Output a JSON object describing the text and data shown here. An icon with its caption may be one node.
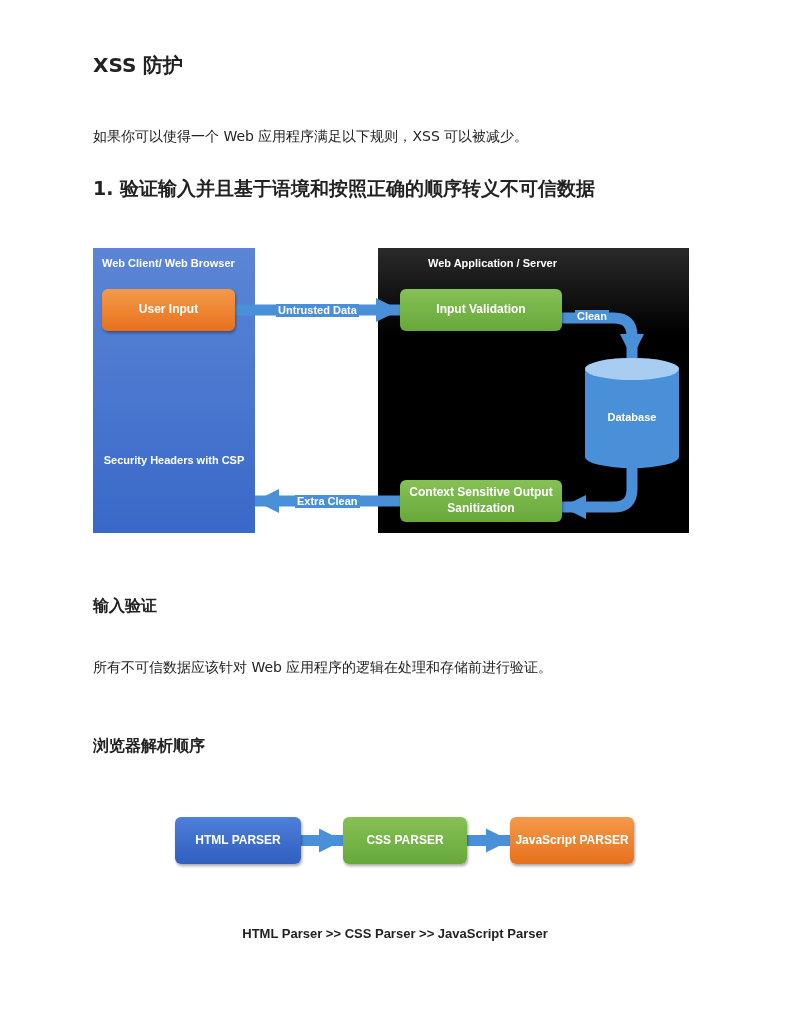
{
  "diagram": {
    "title": "XSS 防护",
    "nodes": [
      {
        "text": [
          "Web Client/ Web Browser",
          "Security Headers with CSP"
        ]
      },
      {
        "text": [
          "User Input"
        ],
        "in": 0
      },
      {
        "text": [
          "Web Application / Server"
        ]
      },
      {
        "text": [
          "Input Validation"
        ],
        "in": 2
      },
      {
        "text": [
          "Database"
        ],
        "in": 2
      },
      {
        "text": [
          "Context Sensitive Output Sanitization"
        ],
        "in": 2
      },
      {
        "text": [
          "HTML PARSER"
        ]
      },
      {
        "text": [
          "CSS PARSER"
        ]
      },
      {
        "text": [
          "JavaScript PARSER"
        ]
      }
    ],
    "edges": [
      {
        "from": 1,
        "to": 3,
        "arrow": "to",
        "label": "Untrusted Data"
      },
      {
        "from": 3,
        "to": 4,
        "arrow": "to",
        "label": "Clean"
      },
      {
        "from": 4,
        "to": 5,
        "arrow": "to"
      },
      {
        "from": 5,
        "to": 0,
        "arrow": "to",
        "label": "Extra Clean"
      },
      {
        "from": 6,
        "to": 7,
        "arrow": "to"
      },
      {
        "from": 7,
        "to": 8,
        "arrow": "to"
      }
    ],
    "labels": [
      "如果你可以使得一个 Web 应用程序满足以下规则，XSS 可以被减少。",
      "1. 验证输入并且基于语境和按照正确的顺序转义不可信数据",
      "输入验证",
      "所有不可信数据应该针对 Web 应用程序的逻辑在处理和存储前进行验证。",
      "浏览器解析顺序",
      "HTML Parser >> CSS Parser >> JavaScript Parser"
    ]
  }
}
